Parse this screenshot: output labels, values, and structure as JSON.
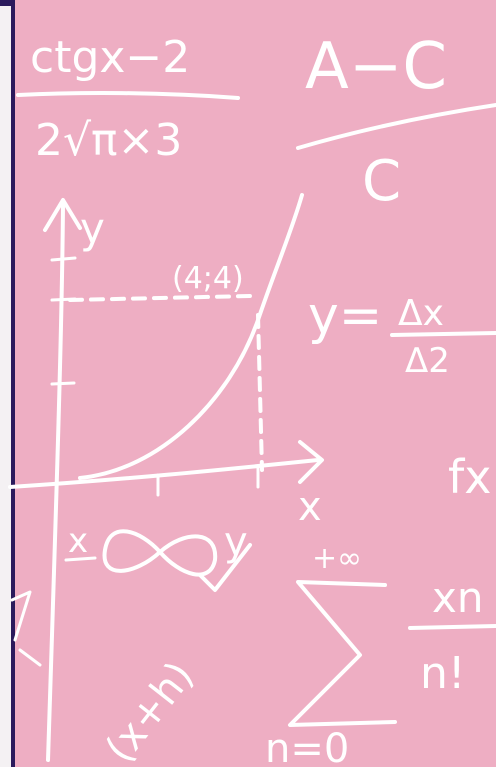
{
  "background": {
    "color": "#eeaec3",
    "chalk_color": "#ffffff",
    "panel_border_color": "#2b1a5c"
  },
  "formulas": {
    "ctg_numerator": "ctgx−2",
    "ctg_denominator": "2√π×3",
    "ac_numerator": "A−C",
    "ac_denominator": "C",
    "axis_y": "y",
    "axis_x": "x",
    "point_label": "(4;4)",
    "delta_lhs": "y=",
    "delta_numerator": "Δx",
    "delta_denominator": "Δ2",
    "fx_label": "fx.",
    "inf_x": "x",
    "inf_y": "y",
    "sum_top": "+∞",
    "sum_bottom": "n=0",
    "sum_numerator": "xn",
    "sum_denominator": "n!",
    "rotated_expr": "(x+h)"
  }
}
